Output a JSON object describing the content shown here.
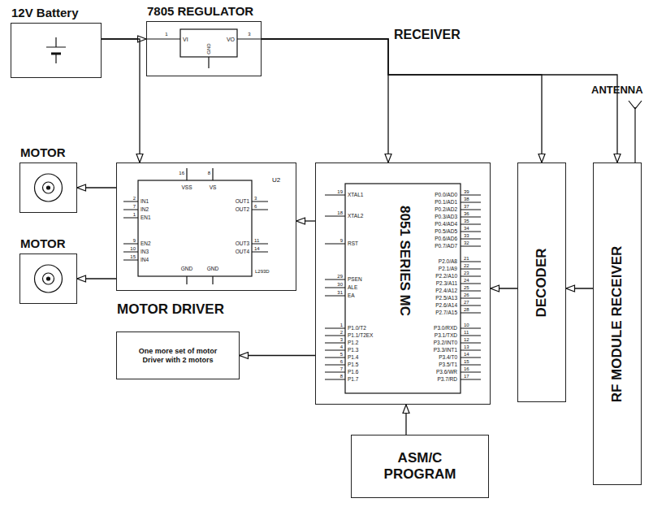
{
  "diagram": {
    "title": "RECEIVER",
    "nodes": [
      {
        "text": [
          "12V Battery"
        ]
      },
      {
        "text": [
          "7805 REGULATOR"
        ]
      },
      {
        "text": [
          "MOTOR"
        ]
      },
      {
        "text": [
          "MOTOR DRIVER"
        ]
      },
      {
        "text": [
          "8051 SERIES MC"
        ]
      },
      {
        "text": [
          "DECODER"
        ]
      },
      {
        "text": [
          "RF MODULE RECEIVER"
        ]
      },
      {
        "text": [
          "MOTOR"
        ]
      },
      {
        "text": [
          "One more set of motor Driver with 2 motors"
        ]
      },
      {
        "text": [
          "ASM/C PROGRAM"
        ]
      }
    ],
    "edges": [
      {
        "from": 0,
        "to": 1,
        "arrow": "to"
      },
      {
        "from": 0,
        "to": 3,
        "arrow": "to"
      },
      {
        "from": 1,
        "to": 4,
        "arrow": "to"
      },
      {
        "from": 1,
        "to": 5,
        "arrow": "to"
      },
      {
        "from": 1,
        "to": 6,
        "arrow": "to"
      },
      {
        "from": 3,
        "to": 2,
        "arrow": "to"
      },
      {
        "from": 3,
        "to": 7,
        "arrow": "to"
      },
      {
        "from": 4,
        "to": 3,
        "arrow": "to"
      },
      {
        "from": 4,
        "to": 8,
        "arrow": "to"
      },
      {
        "from": 9,
        "to": 4,
        "arrow": "to"
      },
      {
        "from": 5,
        "to": 4,
        "arrow": "to"
      },
      {
        "from": 6,
        "to": 5,
        "arrow": "to"
      }
    ],
    "labels": [
      "ANTENNA",
      "1",
      "VI",
      "GND",
      "VO",
      "3",
      "U2",
      "16",
      "8",
      "VSS",
      "VS",
      "2",
      "7",
      "1",
      "IN1",
      "IN2",
      "EN1",
      "OUT1",
      "OUT2",
      "3",
      "6",
      "9",
      "10",
      "15",
      "EN2",
      "IN3",
      "IN4",
      "OUT3",
      "OUT4",
      "11",
      "14",
      "GND",
      "GND",
      "L293D",
      "19",
      "XTAL1",
      "18",
      "XTAL2",
      "9",
      "RST",
      "29",
      "PSEN",
      "30",
      "ALE",
      "31",
      "EA",
      "1",
      "P1.0/T2",
      "2",
      "P1.1/T2EX",
      "3",
      "P1.2",
      "4",
      "P1.3",
      "5",
      "P1.4",
      "6",
      "P1.5",
      "7",
      "P1.6",
      "8",
      "P1.7",
      "P0.0/AD0",
      "39",
      "P0.1/AD1",
      "38",
      "P0.2/AD2",
      "37",
      "P0.3/AD3",
      "36",
      "P0.4/AD4",
      "35",
      "P0.5/AD5",
      "34",
      "P0.6/AD6",
      "33",
      "P0.7/AD7",
      "32",
      "P2.0/A8",
      "21",
      "P2.1/A9",
      "22",
      "P2.2/A10",
      "23",
      "P2.3/A11",
      "24",
      "P2.4/A12",
      "25",
      "P2.5/A13",
      "26",
      "P2.6/A14",
      "27",
      "P2.7/A15",
      "28",
      "P3.0/RXD",
      "10",
      "P3.1/TXD",
      "11",
      "P3.2/INT0",
      "12",
      "P3.3/INT1",
      "13",
      "P3.4/T0",
      "14",
      "P3.5/T1",
      "15",
      "P3.6/WR",
      "16",
      "P3.7/RD",
      "17"
    ]
  }
}
